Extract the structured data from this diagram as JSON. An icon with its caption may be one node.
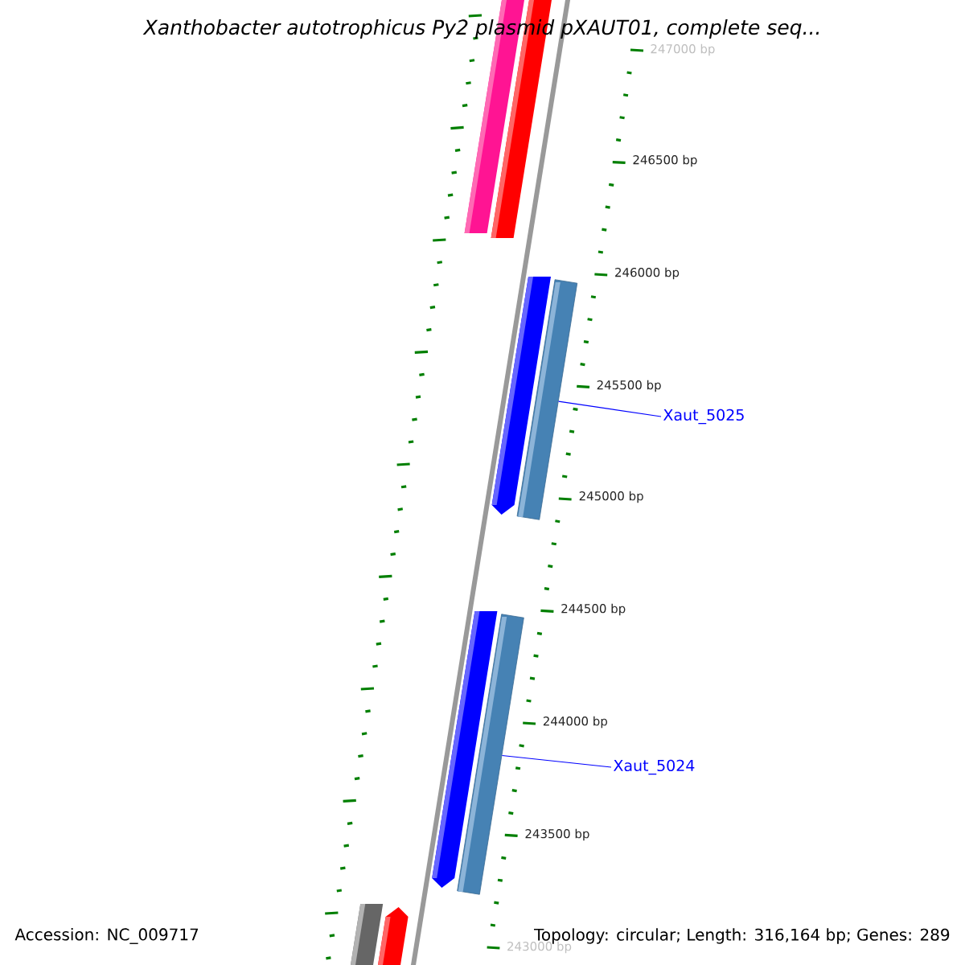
{
  "diagram": {
    "title": "Xanthobacter autotrophicus Py2 plasmid pXAUT01, complete seq...",
    "nodes": [
      {
        "text": [
          "Xaut_5025"
        ]
      },
      {
        "text": [],
        "shape": "bar"
      },
      {
        "text": [
          "Xaut_5024"
        ]
      },
      {
        "text": [],
        "shape": "bar"
      }
    ],
    "edges": [
      {
        "from": 0,
        "to": 1,
        "arrow": "none"
      },
      {
        "from": 2,
        "to": 3,
        "arrow": "none"
      }
    ],
    "labels": [
      "247000 bp",
      "246500 bp",
      "246000 bp",
      "245500 bp",
      "245000 bp",
      "244500 bp",
      "244000 bp",
      "243500 bp",
      "243000 bp",
      "Accession: NC_009717",
      "Topology: circular; Length: 316,164 bp; Genes: 289"
    ]
  }
}
